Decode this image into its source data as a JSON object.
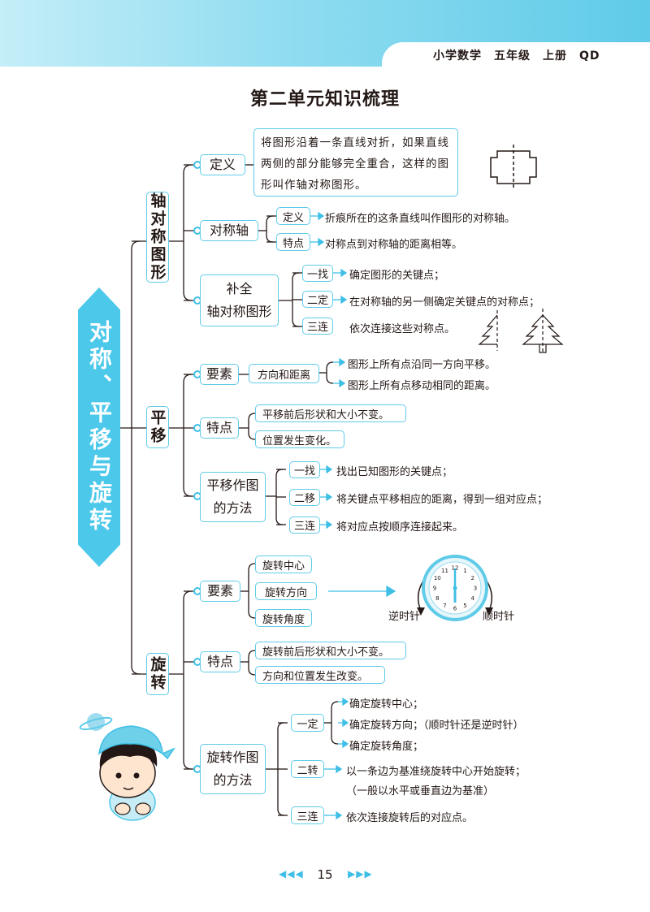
{
  "header": "小学数学　五年级　上册　QD",
  "title": "第二单元知识梳理",
  "banner": "对称、平移与旋转",
  "sections": {
    "axis": {
      "label": "轴对称图形",
      "definition_label": "定义",
      "definition_text": "将图形沿着一条直线对折，如果直线两侧的部分能够完全重合，这样的图形叫作轴对称图形。",
      "axis_label": "对称轴",
      "axis_def_tag": "定义",
      "axis_def_text": "折痕所在的这条直线叫作图形的对称轴。",
      "axis_feat_tag": "特点",
      "axis_feat_text": "对称点到对称轴的距离相等。",
      "complete_label": "补全\n轴对称图形",
      "steps": [
        {
          "tag": "一找",
          "text": "确定图形的关键点；"
        },
        {
          "tag": "二定",
          "text": "在对称轴的另一侧确定关键点的对称点；"
        },
        {
          "tag": "三连",
          "text": "依次连接这些对称点。"
        }
      ]
    },
    "translation": {
      "label": "平移",
      "elements_label": "要素",
      "elements_tag": "方向和距离",
      "elements_items": [
        "图形上所有点沿同一方向平移。",
        "图形上所有点移动相同的距离。"
      ],
      "features_label": "特点",
      "features_items": [
        "平移前后形状和大小不变。",
        "位置发生变化。"
      ],
      "method_label": "平移作图\n的方法",
      "steps": [
        {
          "tag": "一找",
          "text": "找出已知图形的关键点；"
        },
        {
          "tag": "二移",
          "text": "将关键点平移相应的距离，得到一组对应点；"
        },
        {
          "tag": "三连",
          "text": "将对应点按顺序连接起来。"
        }
      ]
    },
    "rotation": {
      "label": "旋转",
      "elements_label": "要素",
      "elements_items": [
        "旋转中心",
        "旋转方向",
        "旋转角度"
      ],
      "ccw_label": "逆时针",
      "cw_label": "顺时针",
      "clock_numbers": [
        "12",
        "1",
        "2",
        "3",
        "4",
        "5",
        "6",
        "7",
        "8",
        "9",
        "10",
        "11"
      ],
      "features_label": "特点",
      "features_items": [
        "旋转前后形状和大小不变。",
        "方向和位置发生改变。"
      ],
      "method_label": "旋转作图\n的方法",
      "step1_tag": "一定",
      "step1_items": [
        "确定旋转中心；",
        "确定旋转方向；（顺时针还是逆时针）",
        "确定旋转角度；"
      ],
      "step2_tag": "二转",
      "step2_text": "以一条边为基准绕旋转中心开始旋转；",
      "step2_note": "（一般以水平或垂直边为基准）",
      "step3_tag": "三连",
      "step3_text": "依次连接旋转后的对应点。"
    }
  },
  "page_number": "15",
  "colors": {
    "accent": "#5fcbe8",
    "banner": "#4cc8ea",
    "text": "#231815"
  }
}
